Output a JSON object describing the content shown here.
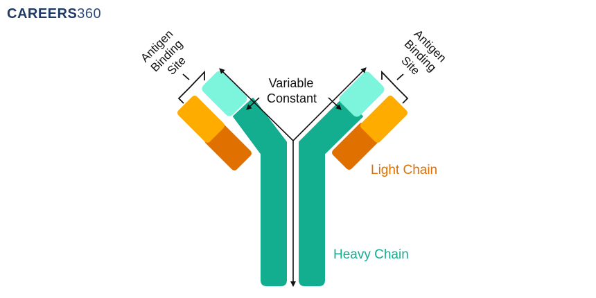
{
  "logo": {
    "bold": "CAREERS",
    "light": "360"
  },
  "labels": {
    "antigen_left": [
      "Antigen",
      "Binding",
      "Site"
    ],
    "antigen_right": [
      "Antigen",
      "Binding",
      "Site"
    ],
    "variable": "Variable",
    "constant": "Constant",
    "light_chain": "Light Chain",
    "heavy_chain": "Heavy Chain"
  },
  "colors": {
    "heavy": "#13ad8f",
    "variable_region": "#7df5dc",
    "light_constant": "#e07000",
    "light_variable": "#ffac00",
    "light_label": "#e07000",
    "heavy_label": "#13ad8f",
    "logo": "#1f3a66"
  }
}
